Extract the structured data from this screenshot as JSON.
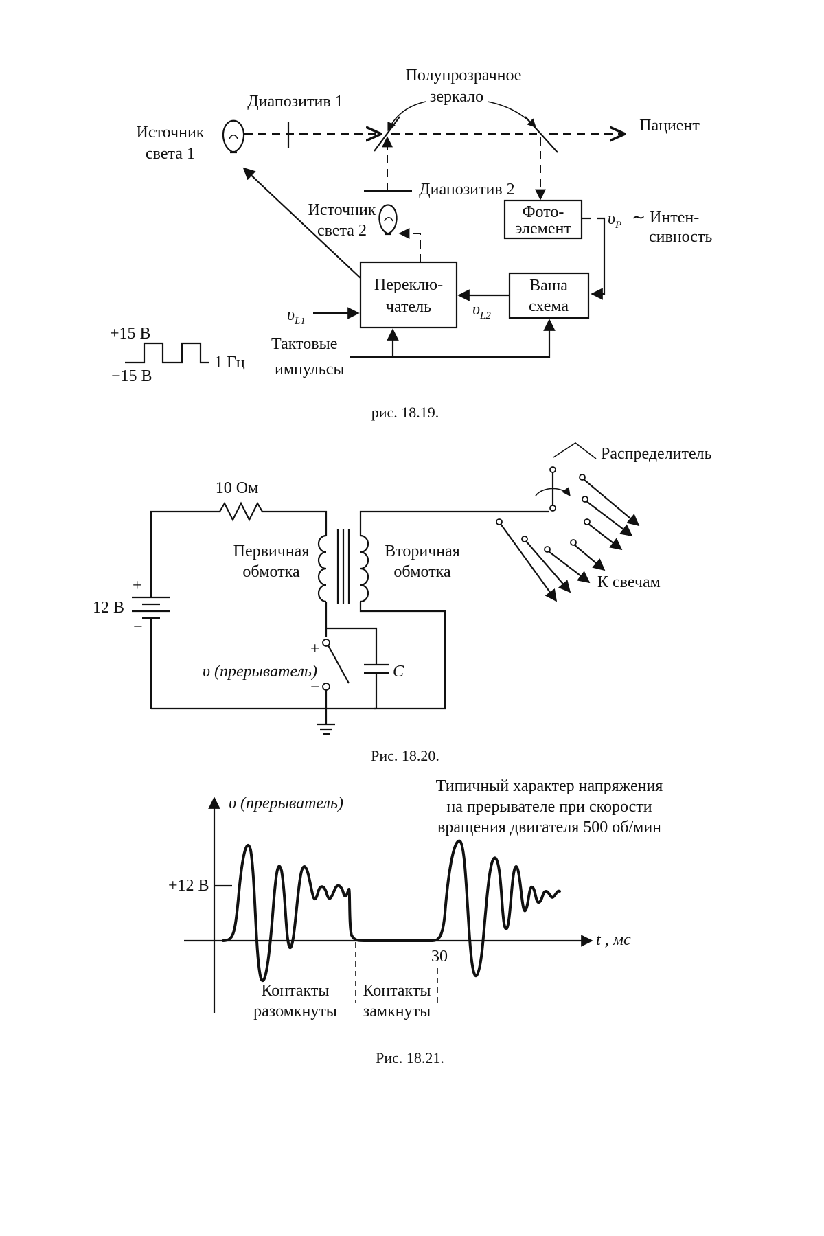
{
  "fig1": {
    "semitransparent_mirror": [
      "Полупрозрачное",
      "зеркало"
    ],
    "slide1": "Диапозитив 1",
    "source1": [
      "Источник",
      "света 1"
    ],
    "patient": "Пациент",
    "slide2": "Диапозитив 2",
    "source2": [
      "Источник",
      "света 2"
    ],
    "photocell": [
      "Фото-",
      "элемент"
    ],
    "intensity": [
      "∼ Интен-",
      "сивность"
    ],
    "vp": "υ",
    "vp_sub": "P",
    "switch_box": [
      "Переклю-",
      "чатель"
    ],
    "circuit_box": [
      "Ваша",
      "схема"
    ],
    "vl1": "υ",
    "vl1_sub": "L1",
    "vl2": "υ",
    "vl2_sub": "L2",
    "clock": [
      "Тактовые",
      "импульсы"
    ],
    "plus15": "+15 В",
    "minus15": "−15 В",
    "freq": "1 Гц",
    "caption": "рис.  18.19."
  },
  "fig2": {
    "resistor": "10 Ом",
    "distributor": "Распределитель",
    "primary": [
      "Первичная",
      "обмотка"
    ],
    "secondary": [
      "Вторичная",
      "обмотка"
    ],
    "battery": "12  В",
    "plus": "+",
    "minus": "−",
    "to_plugs": "К свечам",
    "breaker": "υ  (прерыватель)",
    "capacitor": "C",
    "caption": "Рис.  18.20."
  },
  "fig3": {
    "title": [
      "Типичный характер напряжения",
      "на прерывателе при скорости",
      "вращения двигателя 500 об/мин"
    ],
    "ylabel": "υ  (прерыватель)",
    "ytick": "+12 В",
    "xtick": "30",
    "xlabel": "t , мс",
    "open": [
      "Контакты",
      "разомкнуты"
    ],
    "closed": [
      "Контакты",
      "замкнуты"
    ],
    "caption": "Рис.  18.21."
  }
}
